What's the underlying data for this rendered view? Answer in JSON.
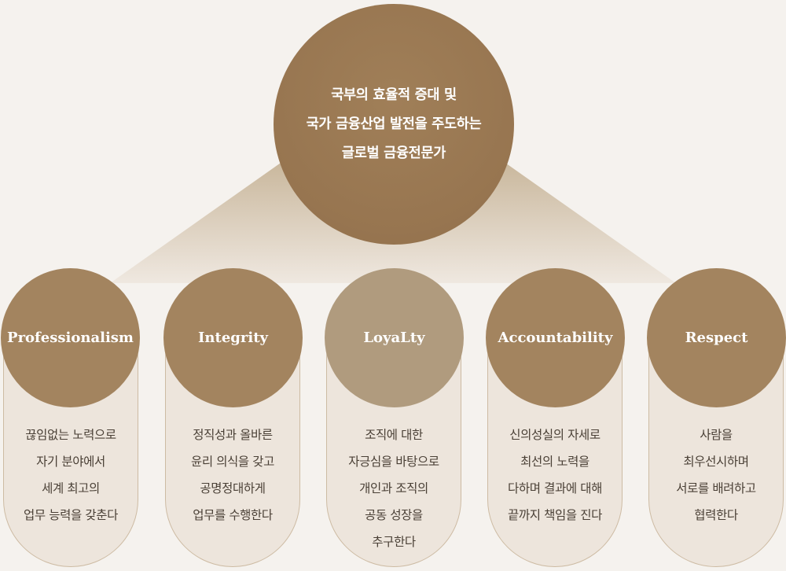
{
  "vision": {
    "lines": [
      "국부의 효율적 증대 및",
      "국가 금융산업 발전을 주도하는",
      "글로벌 금융전문가"
    ]
  },
  "colors": {
    "top_circle": "#977550",
    "value_circle": "#a3845f",
    "loyalty_circle": "#b09b7e",
    "pillar_fill": "#ede5dc",
    "pillar_border": "#cdbba3",
    "background": "#f5f2ee"
  },
  "values": [
    {
      "title": "Professionalism",
      "lines": [
        "끊임없는 노력으로",
        "자기 분야에서",
        "세계 최고의",
        "업무 능력을 갖춘다"
      ]
    },
    {
      "title": "Integrity",
      "lines": [
        "정직성과 올바른",
        "윤리 의식을 갖고",
        "공명정대하게",
        "업무를 수행한다"
      ]
    },
    {
      "title": "LoyaLty",
      "lines": [
        "조직에 대한",
        "자긍심을 바탕으로",
        "개인과 조직의",
        "공동 성장을",
        "추구한다"
      ]
    },
    {
      "title": "Accountability",
      "lines": [
        "신의성실의 자세로",
        "최선의 노력을",
        "다하며 결과에 대해",
        "끝까지 책임을 진다"
      ]
    },
    {
      "title": "Respect",
      "lines": [
        "사람을",
        "최우선시하며",
        "서로를 배려하고",
        "협력한다"
      ]
    }
  ]
}
